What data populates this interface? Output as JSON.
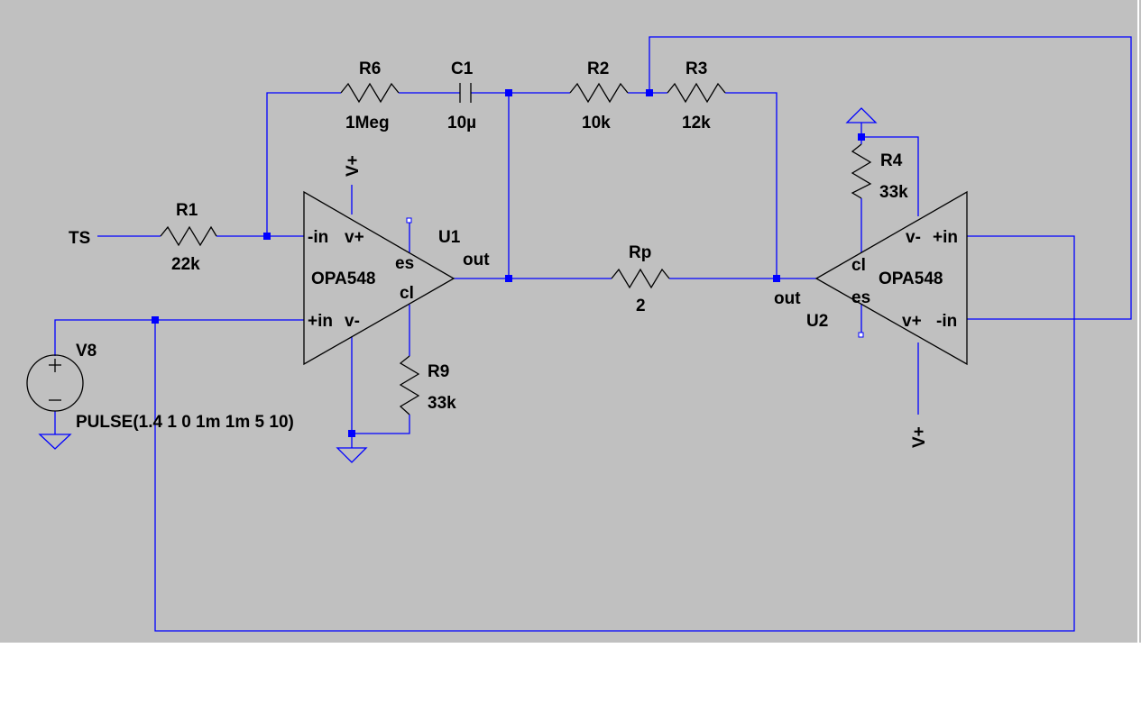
{
  "colors": {
    "background": "#c0c0c0",
    "wire": "#0000ff",
    "component": "#000000",
    "node": "#0000ff"
  },
  "labels": {
    "net_ts": "TS",
    "r1_name": "R1",
    "r1_value": "22k",
    "r6_name": "R6",
    "r6_value": "1Meg",
    "c1_name": "C1",
    "c1_value": "10µ",
    "r2_name": "R2",
    "r2_value": "10k",
    "r3_name": "R3",
    "r3_value": "12k",
    "rp_name": "Rp",
    "rp_value": "2",
    "r4_name": "R4",
    "r4_value": "33k",
    "r9_name": "R9",
    "r9_value": "33k",
    "v8_name": "V8",
    "v8_value": "PULSE(1.4 1 0 1m 1m 5 10)",
    "u1_name": "U1",
    "u1_model": "OPA548",
    "u2_name": "U2",
    "u2_model": "OPA548",
    "supply_u1": "V+",
    "supply_u2": "V+"
  },
  "opamp_pins": {
    "in_minus": "-in",
    "in_plus": "+in",
    "v_plus": "v+",
    "v_minus": "v-",
    "es": "es",
    "cl": "cl",
    "out": "out"
  }
}
